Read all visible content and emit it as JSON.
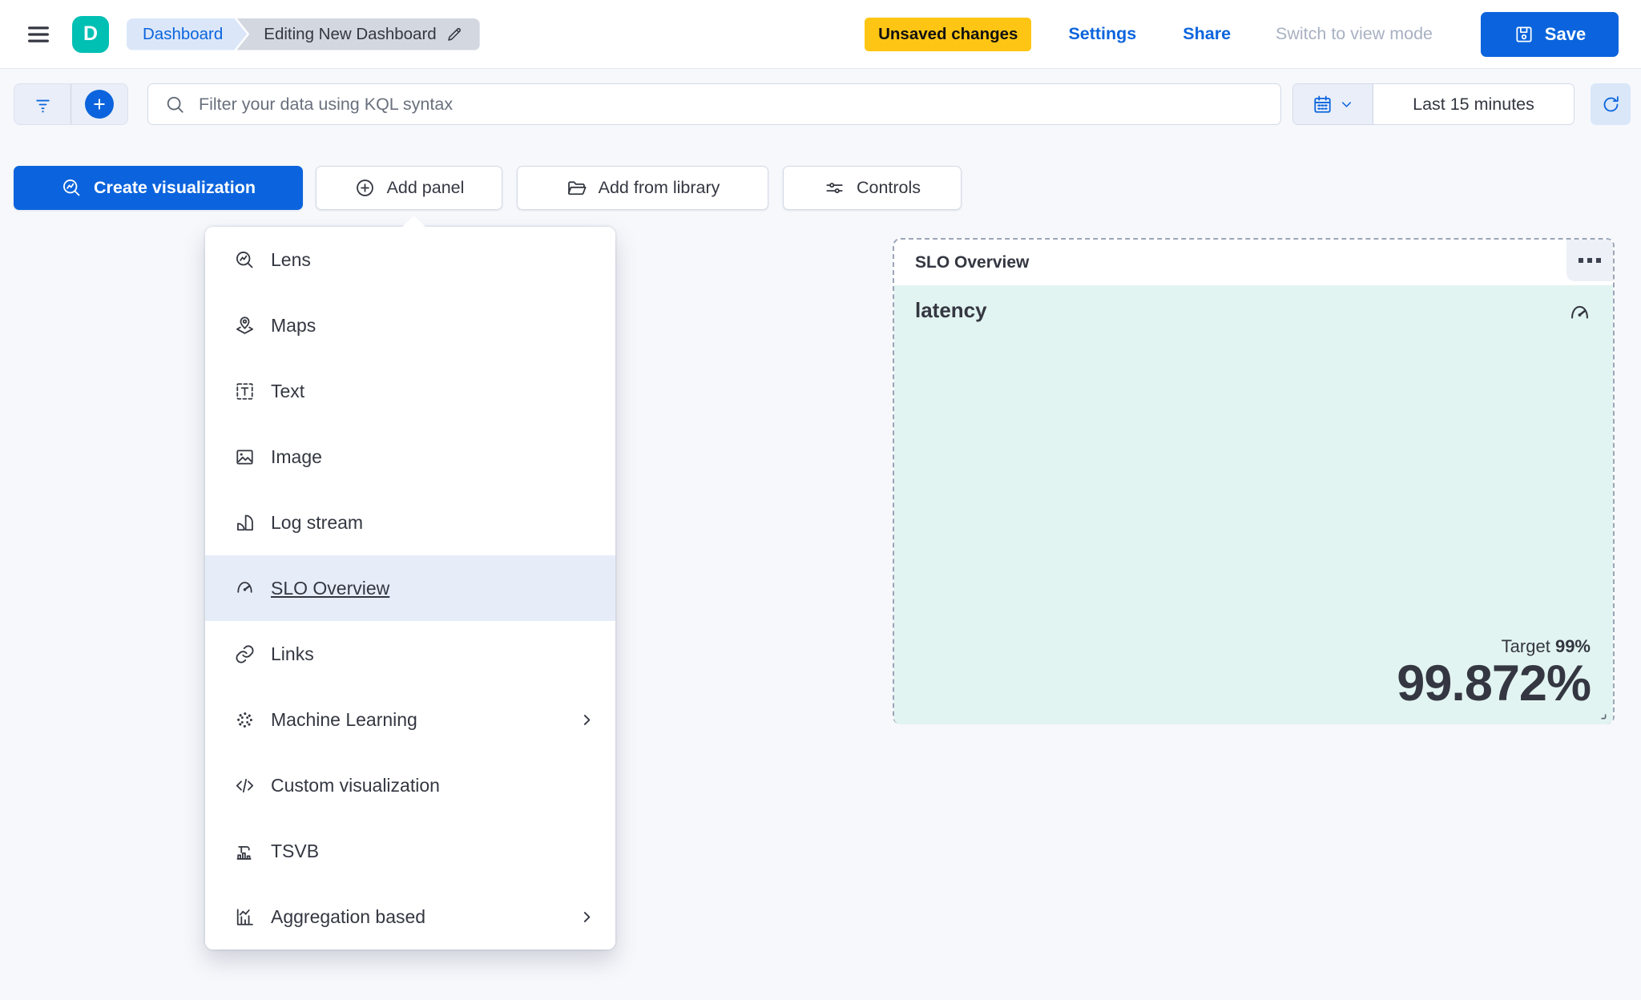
{
  "header": {
    "logo_letter": "D",
    "breadcrumbs": [
      {
        "label": "Dashboard"
      },
      {
        "label": "Editing New Dashboard",
        "icon": "pencil-icon"
      }
    ],
    "unsaved_badge": "Unsaved changes",
    "actions": [
      {
        "label": "Settings"
      },
      {
        "label": "Share"
      },
      {
        "label": "Switch to view mode",
        "disabled": true
      }
    ],
    "save_button": {
      "label": "Save",
      "icon": "save-icon"
    }
  },
  "filter_bar": {
    "filter_button_icon": "filter-icon",
    "add_filter_icon": "plus-icon",
    "search_icon": "search-icon",
    "search_placeholder": "Filter your data using KQL syntax",
    "search_value": "",
    "date_picker_icons": [
      "calendar-icon",
      "chevron-down-icon"
    ],
    "time_range": "Last 15 minutes",
    "refresh_icon": "refresh-icon"
  },
  "toolbar": {
    "buttons": [
      {
        "label": "Create visualization",
        "icon": "lens-icon",
        "variant": "primary"
      },
      {
        "label": "Add panel",
        "icon": "plus-circle-icon"
      },
      {
        "label": "Add from library",
        "icon": "folder-icon"
      },
      {
        "label": "Controls",
        "icon": "sliders-icon"
      }
    ]
  },
  "add_panel_menu": {
    "items": [
      {
        "label": "Lens",
        "icon": "lens-icon"
      },
      {
        "label": "Maps",
        "icon": "maps-icon"
      },
      {
        "label": "Text",
        "icon": "text-icon"
      },
      {
        "label": "Image",
        "icon": "image-icon"
      },
      {
        "label": "Log stream",
        "icon": "log-stream-icon"
      },
      {
        "label": "SLO Overview",
        "icon": "gauge-icon",
        "highlighted": true
      },
      {
        "label": "Links",
        "icon": "link-icon"
      },
      {
        "label": "Machine Learning",
        "icon": "machine-learning-icon",
        "submenu": true
      },
      {
        "label": "Custom visualization",
        "icon": "code-icon"
      },
      {
        "label": "TSVB",
        "icon": "tsvb-icon"
      },
      {
        "label": "Aggregation based",
        "icon": "aggregation-icon",
        "submenu": true
      }
    ]
  },
  "slo_panel": {
    "title": "SLO Overview",
    "actions_icon": "panel-options-icon",
    "slo_name": "latency",
    "gauge_icon": "gauge-icon",
    "target_label": "Target",
    "target_value": "99%",
    "sli_value": "99.872%"
  },
  "colors": {
    "primary_blue": "#0b64dd",
    "teal_logo": "#00bfb3",
    "warning_yellow": "#fec514",
    "panel_mint": "#e2f4f1",
    "menu_highlight": "#e7edf8",
    "text_dark": "#343741",
    "disabled_gray": "#a8b1c2",
    "page_background": "#f7f8fc"
  }
}
